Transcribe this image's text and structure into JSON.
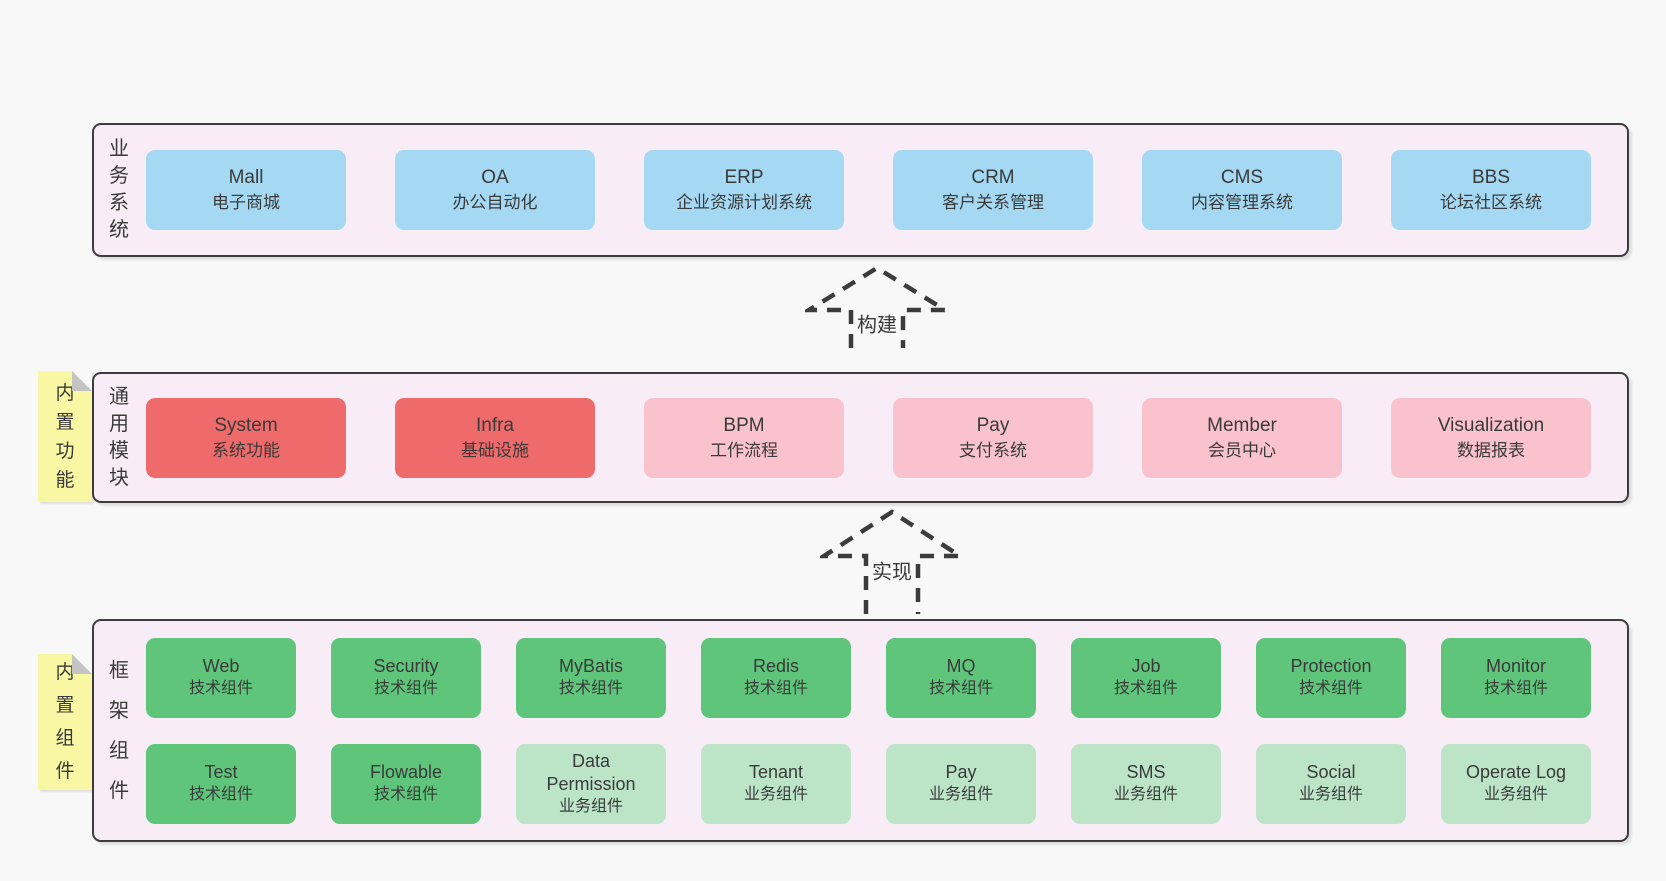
{
  "colors": {
    "page_bg": "#f8f8f8",
    "band_bg": "#f8edf6",
    "band_border": "#3c3c3c",
    "text": "#3a3a3a",
    "blue": "#a5d8f2",
    "red": "#ef6a6b",
    "pink": "#f9c2cc",
    "green": "#5ec57b",
    "light_green": "#bce5c8",
    "sticky_yellow": "#f9f6a4"
  },
  "bands": [
    {
      "id": "business-systems",
      "label": "业务系统",
      "boxes": [
        {
          "name": "Mall",
          "desc": "电子商城"
        },
        {
          "name": "OA",
          "desc": "办公自动化"
        },
        {
          "name": "ERP",
          "desc": "企业资源计划系统"
        },
        {
          "name": "CRM",
          "desc": "客户关系管理"
        },
        {
          "name": "CMS",
          "desc": "内容管理系统"
        },
        {
          "name": "BBS",
          "desc": "论坛社区系统"
        }
      ]
    },
    {
      "id": "common-modules",
      "label": "通用模块",
      "sticky": "内置功能",
      "boxes": [
        {
          "name": "System",
          "desc": "系统功能"
        },
        {
          "name": "Infra",
          "desc": "基础设施"
        },
        {
          "name": "BPM",
          "desc": "工作流程"
        },
        {
          "name": "Pay",
          "desc": "支付系统"
        },
        {
          "name": "Member",
          "desc": "会员中心"
        },
        {
          "name": "Visualization",
          "desc": "数据报表"
        }
      ]
    },
    {
      "id": "framework-components",
      "label": "框架组件",
      "sticky": "内置组件",
      "rows": [
        [
          {
            "name": "Web",
            "desc": "技术组件"
          },
          {
            "name": "Security",
            "desc": "技术组件"
          },
          {
            "name": "MyBatis",
            "desc": "技术组件"
          },
          {
            "name": "Redis",
            "desc": "技术组件"
          },
          {
            "name": "MQ",
            "desc": "技术组件"
          },
          {
            "name": "Job",
            "desc": "技术组件"
          },
          {
            "name": "Protection",
            "desc": "技术组件"
          },
          {
            "name": "Monitor",
            "desc": "技术组件"
          }
        ],
        [
          {
            "name": "Test",
            "desc": "技术组件"
          },
          {
            "name": "Flowable",
            "desc": "技术组件"
          },
          {
            "name": "Data Permission",
            "desc": "业务组件"
          },
          {
            "name": "Tenant",
            "desc": "业务组件"
          },
          {
            "name": "Pay",
            "desc": "业务组件"
          },
          {
            "name": "SMS",
            "desc": "业务组件"
          },
          {
            "name": "Social",
            "desc": "业务组件"
          },
          {
            "name": "Operate Log",
            "desc": "业务组件"
          }
        ]
      ]
    }
  ],
  "arrows": [
    {
      "label": "构建"
    },
    {
      "label": "实现"
    }
  ]
}
